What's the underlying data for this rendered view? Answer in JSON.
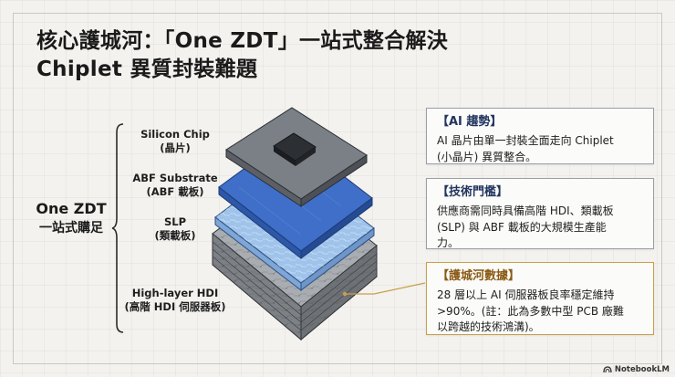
{
  "title": {
    "line1": "核心護城河：「One ZDT」一站式整合解決",
    "line2": "Chiplet 異質封裝難題"
  },
  "left_label": {
    "line1": "One ZDT",
    "line2": "一站式購足"
  },
  "layers": [
    {
      "line1": "Silicon Chip",
      "line2": "(晶片)"
    },
    {
      "line1": "ABF Substrate",
      "line2": "(ABF 載板)"
    },
    {
      "line1": "SLP",
      "line2": "(類載板)"
    },
    {
      "line1": "High-layer HDI",
      "line2": "(高階 HDI 伺服器板)"
    }
  ],
  "cards": [
    {
      "heading": "【AI 趨勢】",
      "lines": [
        "AI 晶片由單一封裝全面走向 Chiplet",
        "(小晶片) 異質整合。"
      ]
    },
    {
      "heading": "【技術門檻】",
      "lines": [
        "供應商需同時具備高階 HDI、類載板",
        "(SLP) 與 ABF 載板的大規模生產能",
        "力。"
      ]
    },
    {
      "heading": "【護城河數據】",
      "lines": [
        "28 層以上 AI 伺服器板良率穩定維持",
        ">90%。(註：此為多數中型 PCB 廠難",
        "以跨越的技術鴻溝)。"
      ]
    }
  ],
  "brand": "NotebookLM",
  "colors": {
    "accent_navy": "#21355f",
    "accent_gold": "#c9a04a",
    "abf_blue": "#3f6fc8",
    "slp_blue": "#9fc3ea",
    "hdi_gray": "#8d9196"
  }
}
